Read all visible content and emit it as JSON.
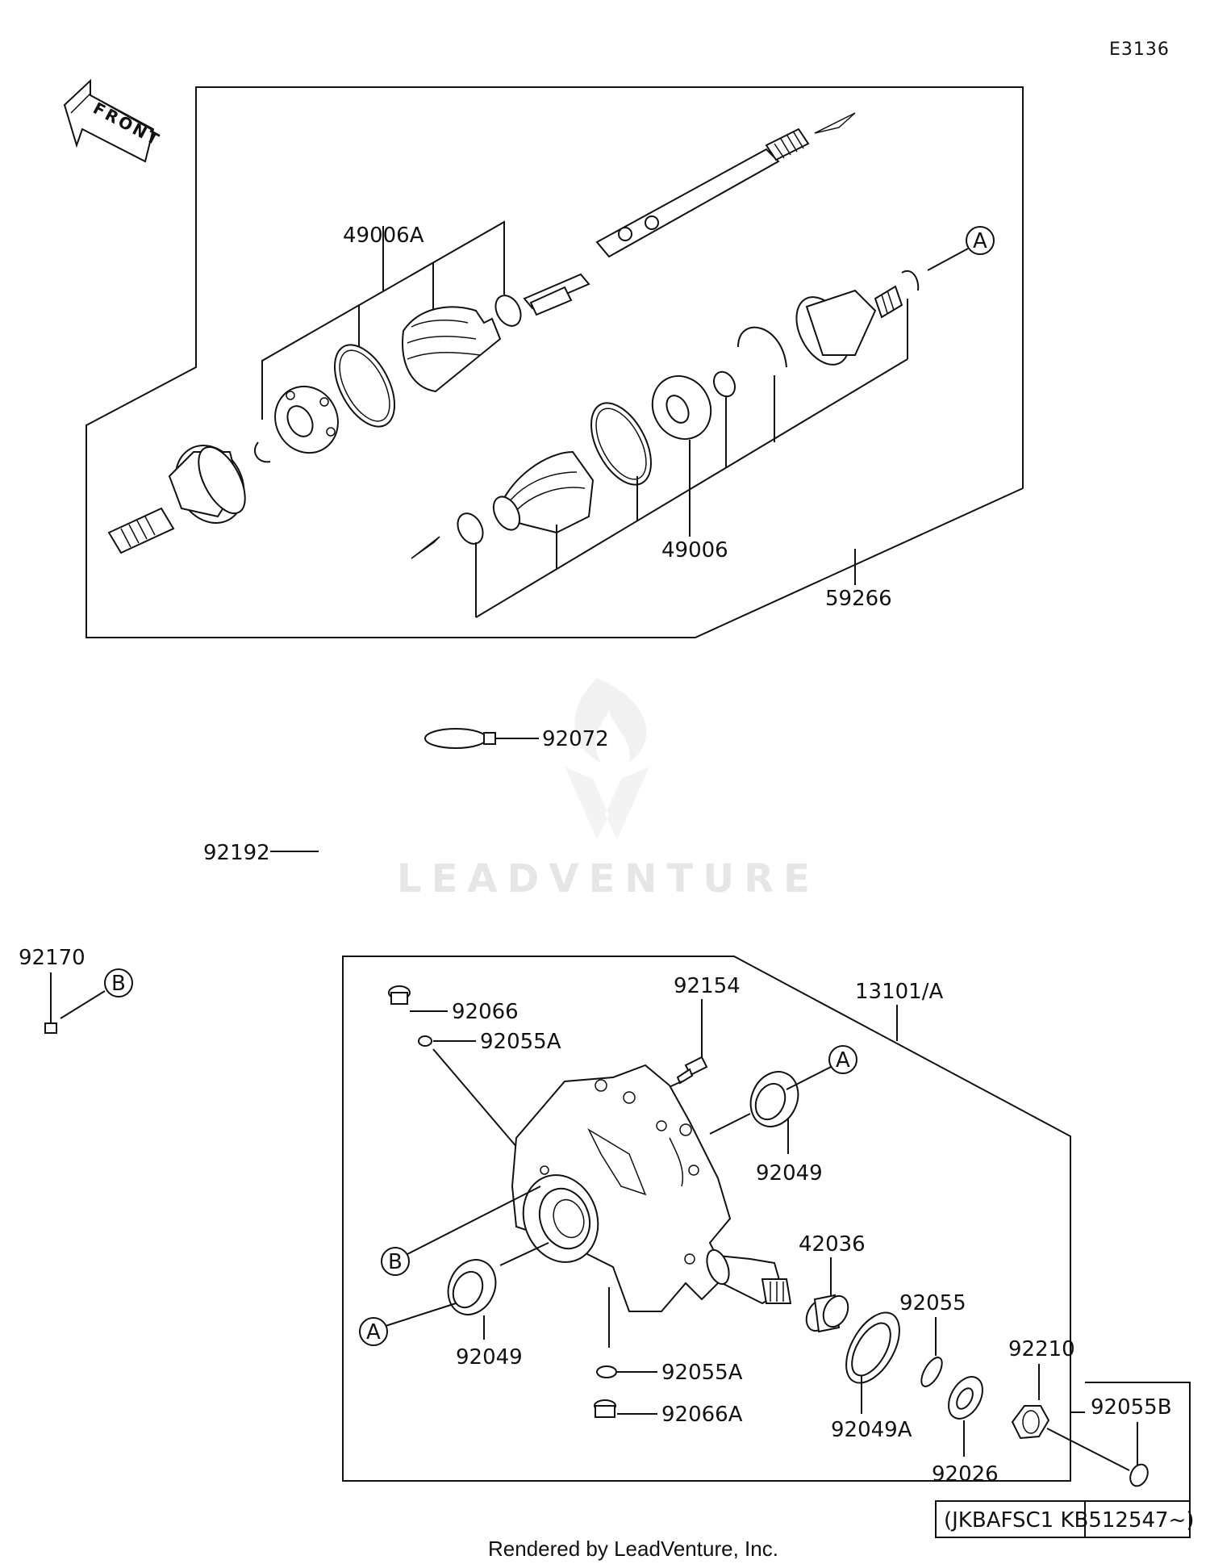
{
  "diagram_code": "E3136",
  "front_label": "FRONT",
  "watermark": "LEADVENTURE",
  "footer": "Rendered by LeadVenture, Inc.",
  "serial_note": "(JKBAFSC1  KB512547~)",
  "callouts": {
    "a": "A",
    "b": "B"
  },
  "parts": {
    "p49006A": "49006A",
    "p49006": "49006",
    "p59266": "59266",
    "p92072": "92072",
    "p92192": "92192",
    "p92170": "92170",
    "p92066": "92066",
    "p92055A_top": "92055A",
    "p92154": "92154",
    "p13101A": "13101/A",
    "p92049_right": "92049",
    "p92049_left": "92049",
    "p42036": "42036",
    "p92055": "92055",
    "p92210": "92210",
    "p92055B": "92055B",
    "p92055A_bottom": "92055A",
    "p92066A": "92066A",
    "p92049A": "92049A",
    "p92026": "92026"
  }
}
